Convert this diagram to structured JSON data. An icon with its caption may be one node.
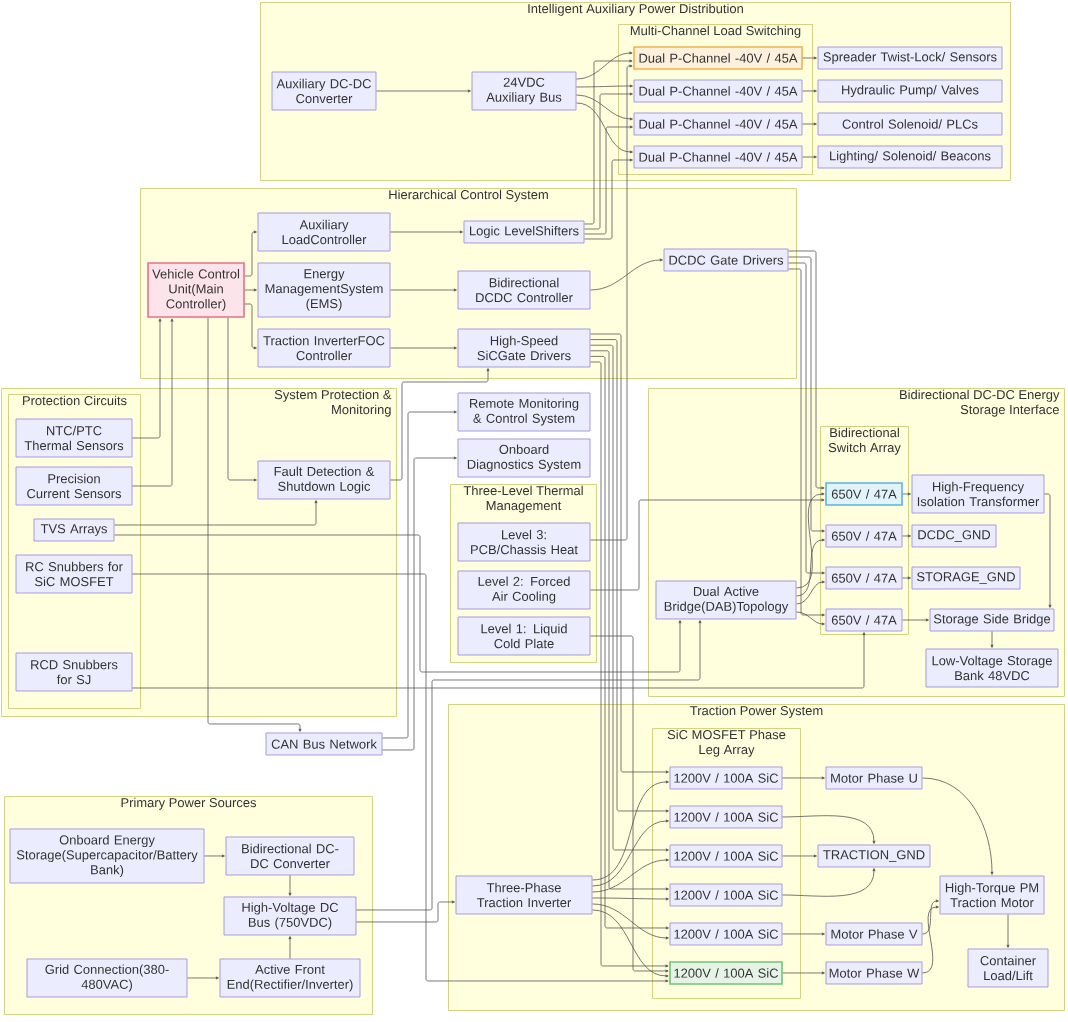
{
  "diagram": {
    "nodes": [
      {
        "text": [
          "Intelligent Auxiliary Power Distribution"
        ]
      },
      {
        "text": [
          "Auxiliary DC-DC Converter"
        ],
        "in": 0
      },
      {
        "text": [
          "24VDC Auxiliary Bus"
        ],
        "in": 0
      },
      {
        "text": [
          "Multi-Channel Load Switching"
        ],
        "in": 0
      },
      {
        "text": [
          "Dual P-Channel -40V / 45A"
        ],
        "in": 3
      },
      {
        "text": [
          "Dual P-Channel -40V / 45A"
        ],
        "in": 3
      },
      {
        "text": [
          "Dual P-Channel -40V / 45A"
        ],
        "in": 3
      },
      {
        "text": [
          "Dual P-Channel -40V / 45A"
        ],
        "in": 3
      },
      {
        "text": [
          "Spreader Twist-Lock/ Sensors"
        ],
        "in": 0
      },
      {
        "text": [
          "Hydraulic Pump/ Valves"
        ],
        "in": 0
      },
      {
        "text": [
          "Control Solenoid/ PLCs"
        ],
        "in": 0
      },
      {
        "text": [
          "Lighting/ Solenoid/ Beacons"
        ],
        "in": 0
      },
      {
        "text": [
          "Hierarchical Control System"
        ]
      },
      {
        "text": [
          "Auxiliary LoadController"
        ],
        "in": 12
      },
      {
        "text": [
          "Logic LevelShifters"
        ],
        "in": 12
      },
      {
        "text": [
          "DCDC Gate Drivers"
        ],
        "in": 12
      },
      {
        "text": [
          "Vehicle Control Unit(Main Controller)"
        ],
        "in": 12
      },
      {
        "text": [
          "Energy ManagementSystem (EMS)"
        ],
        "in": 12
      },
      {
        "text": [
          "Bidirectional DCDC Controller"
        ],
        "in": 12
      },
      {
        "text": [
          "Traction InverterFOC Controller"
        ],
        "in": 12
      },
      {
        "text": [
          "High-Speed SiCGate Drivers"
        ],
        "in": 12
      },
      {
        "text": [
          "Remote Monitoring & Control System"
        ]
      },
      {
        "text": [
          "Onboard Diagnostics System"
        ]
      },
      {
        "text": [
          "System Protection & Monitoring"
        ]
      },
      {
        "text": [
          "Protection Circuits"
        ],
        "in": 23
      },
      {
        "text": [
          "NTC/PTC Thermal Sensors"
        ],
        "in": 24
      },
      {
        "text": [
          "Precision Current Sensors"
        ],
        "in": 24
      },
      {
        "text": [
          "TVS Arrays"
        ],
        "in": 24
      },
      {
        "text": [
          "RC Snubbers for SiC MOSFET"
        ],
        "in": 24
      },
      {
        "text": [
          "RCD Snubbers for SJ"
        ],
        "in": 24
      },
      {
        "text": [
          "Fault Detection & Shutdown Logic"
        ],
        "in": 23
      },
      {
        "text": [
          "Three-Level Thermal Management"
        ]
      },
      {
        "text": [
          "Level 3: PCB/Chassis Heat"
        ],
        "in": 31
      },
      {
        "text": [
          "Level 2: Forced Air Cooling"
        ],
        "in": 31
      },
      {
        "text": [
          "Level 1: Liquid Cold Plate"
        ],
        "in": 31
      },
      {
        "text": [
          "Bidirectional DC-DC Energy Storage Interface"
        ]
      },
      {
        "text": [
          "Bidirectional Switch Array"
        ],
        "in": 35
      },
      {
        "text": [
          "Dual Active Bridge(DAB)Topology"
        ],
        "in": 35
      },
      {
        "text": [
          "650V / 47A"
        ],
        "in": 36
      },
      {
        "text": [
          "650V / 47A"
        ],
        "in": 36
      },
      {
        "text": [
          "650V / 47A"
        ],
        "in": 36
      },
      {
        "text": [
          "650V / 47A"
        ],
        "in": 36
      },
      {
        "text": [
          "High-Frequency Isolation Transformer"
        ],
        "in": 35
      },
      {
        "text": [
          "DCDC_GND"
        ],
        "in": 35
      },
      {
        "text": [
          "STORAGE_GND"
        ],
        "in": 35
      },
      {
        "text": [
          "Storage Side Bridge"
        ],
        "in": 35
      },
      {
        "text": [
          "Low-Voltage Storage Bank 48VDC"
        ],
        "in": 35
      },
      {
        "text": [
          "CAN Bus Network"
        ]
      },
      {
        "text": [
          "Traction Power System"
        ]
      },
      {
        "text": [
          "SiC MOSFET Phase Leg Array"
        ],
        "in": 48
      },
      {
        "text": [
          "Three-Phase Traction Inverter"
        ],
        "in": 48
      },
      {
        "text": [
          "1200V / 100A SiC"
        ],
        "in": 49
      },
      {
        "text": [
          "1200V / 100A SiC"
        ],
        "in": 49
      },
      {
        "text": [
          "1200V / 100A SiC"
        ],
        "in": 49
      },
      {
        "text": [
          "1200V / 100A SiC"
        ],
        "in": 49
      },
      {
        "text": [
          "1200V / 100A SiC"
        ],
        "in": 49
      },
      {
        "text": [
          "1200V / 100A SiC"
        ],
        "in": 49
      },
      {
        "text": [
          "Motor Phase U"
        ],
        "in": 48
      },
      {
        "text": [
          "TRACTION_GND"
        ],
        "in": 48
      },
      {
        "text": [
          "Motor Phase V"
        ],
        "in": 48
      },
      {
        "text": [
          "Motor Phase W"
        ],
        "in": 48
      },
      {
        "text": [
          "High-Torque PM Traction Motor"
        ],
        "in": 48
      },
      {
        "text": [
          "Container Load/Lift"
        ],
        "in": 48
      },
      {
        "text": [
          "Primary Power Sources"
        ]
      },
      {
        "text": [
          "Onboard Energy Storage(Supercapacitor/Battery Bank)"
        ],
        "in": 63
      },
      {
        "text": [
          "Bidirectional DC-DC Converter"
        ],
        "in": 63
      },
      {
        "text": [
          "High-Voltage DC Bus (750VDC)"
        ],
        "in": 63
      },
      {
        "text": [
          "Grid Connection(380-480VAC)"
        ],
        "in": 63
      },
      {
        "text": [
          "Active Front End(Rectifier/Inverter)"
        ],
        "in": 63
      }
    ],
    "edges": [
      {
        "from": 1,
        "to": 2,
        "arrow": "to"
      },
      {
        "from": 2,
        "to": 4,
        "arrow": "to"
      },
      {
        "from": 2,
        "to": 5,
        "arrow": "to"
      },
      {
        "from": 2,
        "to": 6,
        "arrow": "to"
      },
      {
        "from": 2,
        "to": 7,
        "arrow": "to"
      },
      {
        "from": 4,
        "to": 8,
        "arrow": "to"
      },
      {
        "from": 5,
        "to": 9,
        "arrow": "to"
      },
      {
        "from": 6,
        "to": 10,
        "arrow": "to"
      },
      {
        "from": 7,
        "to": 11,
        "arrow": "to"
      },
      {
        "from": 14,
        "to": 4,
        "arrow": "to"
      },
      {
        "from": 14,
        "to": 5,
        "arrow": "to"
      },
      {
        "from": 14,
        "to": 6,
        "arrow": "to"
      },
      {
        "from": 14,
        "to": 7,
        "arrow": "to"
      },
      {
        "from": 16,
        "to": 13,
        "arrow": "to"
      },
      {
        "from": 16,
        "to": 17,
        "arrow": "to"
      },
      {
        "from": 16,
        "to": 19,
        "arrow": "to"
      },
      {
        "from": 13,
        "to": 14,
        "arrow": "to"
      },
      {
        "from": 17,
        "to": 18,
        "arrow": "to"
      },
      {
        "from": 18,
        "to": 15,
        "arrow": "to"
      },
      {
        "from": 19,
        "to": 20,
        "arrow": "to"
      },
      {
        "from": 15,
        "to": 38,
        "arrow": "to"
      },
      {
        "from": 15,
        "to": 39,
        "arrow": "to"
      },
      {
        "from": 15,
        "to": 40,
        "arrow": "to"
      },
      {
        "from": 15,
        "to": 41,
        "arrow": "to"
      },
      {
        "from": 20,
        "to": 51,
        "arrow": "to"
      },
      {
        "from": 20,
        "to": 52,
        "arrow": "to"
      },
      {
        "from": 20,
        "to": 53,
        "arrow": "to"
      },
      {
        "from": 20,
        "to": 54,
        "arrow": "to"
      },
      {
        "from": 20,
        "to": 55,
        "arrow": "to"
      },
      {
        "from": 20,
        "to": 56,
        "arrow": "to"
      },
      {
        "from": 47,
        "to": 21,
        "arrow": "to"
      },
      {
        "from": 47,
        "to": 22,
        "arrow": "to"
      },
      {
        "from": 25,
        "to": 16,
        "arrow": "to"
      },
      {
        "from": 26,
        "to": 16,
        "arrow": "to"
      },
      {
        "from": 16,
        "to": 30,
        "arrow": "to"
      },
      {
        "from": 16,
        "to": 47,
        "arrow": "to"
      },
      {
        "from": 27,
        "to": 30,
        "arrow": "to"
      },
      {
        "from": 27,
        "to": 37,
        "arrow": "to"
      },
      {
        "from": 28,
        "to": 56,
        "arrow": "to"
      },
      {
        "from": 29,
        "to": 41,
        "arrow": "to"
      },
      {
        "from": 30,
        "to": 20,
        "arrow": "to"
      },
      {
        "from": 32,
        "to": 4,
        "arrow": "to"
      },
      {
        "from": 33,
        "to": 38,
        "arrow": "to"
      },
      {
        "from": 34,
        "to": 56,
        "arrow": "to"
      },
      {
        "from": 37,
        "to": 38,
        "arrow": "to"
      },
      {
        "from": 37,
        "to": 39,
        "arrow": "to"
      },
      {
        "from": 37,
        "to": 40,
        "arrow": "to"
      },
      {
        "from": 37,
        "to": 41,
        "arrow": "to"
      },
      {
        "from": 38,
        "to": 42,
        "arrow": "to"
      },
      {
        "from": 39,
        "to": 43,
        "arrow": "to"
      },
      {
        "from": 40,
        "to": 44,
        "arrow": "to"
      },
      {
        "from": 41,
        "to": 45,
        "arrow": "to"
      },
      {
        "from": 42,
        "to": 45,
        "arrow": "to"
      },
      {
        "from": 45,
        "to": 46,
        "arrow": "to"
      },
      {
        "from": 50,
        "to": 51,
        "arrow": "to"
      },
      {
        "from": 50,
        "to": 52,
        "arrow": "to"
      },
      {
        "from": 50,
        "to": 53,
        "arrow": "to"
      },
      {
        "from": 50,
        "to": 54,
        "arrow": "to"
      },
      {
        "from": 50,
        "to": 55,
        "arrow": "to"
      },
      {
        "from": 50,
        "to": 56,
        "arrow": "to"
      },
      {
        "from": 51,
        "to": 57,
        "arrow": "to"
      },
      {
        "from": 52,
        "to": 58,
        "arrow": "to"
      },
      {
        "from": 53,
        "to": 58,
        "arrow": "to"
      },
      {
        "from": 54,
        "to": 58,
        "arrow": "to"
      },
      {
        "from": 55,
        "to": 59,
        "arrow": "to"
      },
      {
        "from": 56,
        "to": 60,
        "arrow": "to"
      },
      {
        "from": 57,
        "to": 61,
        "arrow": "to"
      },
      {
        "from": 59,
        "to": 61,
        "arrow": "to"
      },
      {
        "from": 60,
        "to": 61,
        "arrow": "to"
      },
      {
        "from": 61,
        "to": 62,
        "arrow": "to"
      },
      {
        "from": 64,
        "to": 65,
        "arrow": "to"
      },
      {
        "from": 67,
        "to": 68,
        "arrow": "to"
      },
      {
        "from": 65,
        "to": 66,
        "arrow": "to"
      },
      {
        "from": 68,
        "to": 66,
        "arrow": "to"
      },
      {
        "from": 66,
        "to": 50,
        "arrow": "to"
      },
      {
        "from": 66,
        "to": 37,
        "arrow": "to"
      }
    ]
  }
}
